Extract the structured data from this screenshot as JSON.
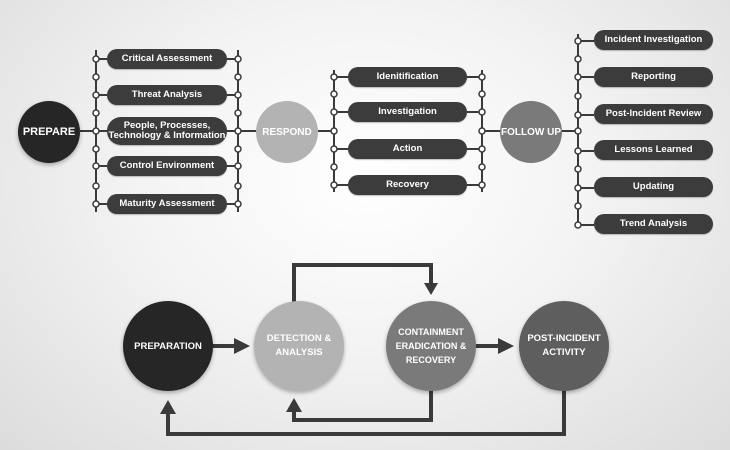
{
  "top": {
    "prepare": "PREPARE",
    "respond": "RESPOND",
    "follow_up": "FOLLOW UP",
    "prepare_items": [
      "Critical Assessment",
      "Threat Analysis",
      "People, Processes,\nTechnology & Information",
      "Control Environment",
      "Maturity Assessment"
    ],
    "respond_items": [
      "Idenitification",
      "Investigation",
      "Action",
      "Recovery"
    ],
    "follow_items": [
      "Incident Investigation",
      "Reporting",
      "Post-Incident Review",
      "Lessons Learned",
      "Updating",
      "Trend Analysis"
    ]
  },
  "cycle": {
    "preparation": "PREPARATION",
    "detection": "DETECTION &\nANALYSIS",
    "containment": "CONTAINMENT\nERADICATION &\nRECOVERY",
    "post_incident": "POST-INCIDENT\nACTIVITY"
  },
  "colors": {
    "dark": "#262626",
    "light_grey": "#b3b3b3",
    "mid_grey": "#7a7a7a",
    "pill": "#3c3c3c",
    "line": "#3a3a3a"
  }
}
